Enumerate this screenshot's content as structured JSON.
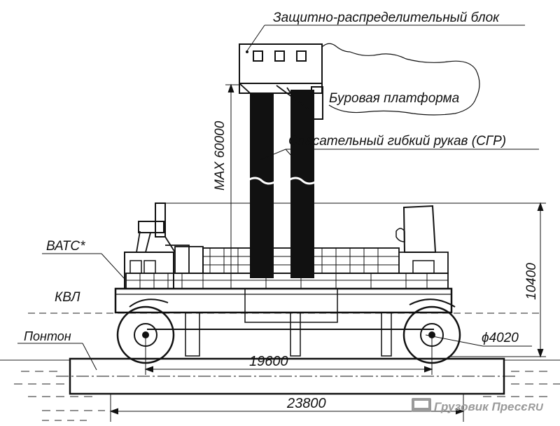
{
  "labels": {
    "protection_block": "Защитно-распределительный блок",
    "drilling_platform": "Буровая платформа",
    "rescue_hose": "Спасательный гибкий рукав (СГР)",
    "vats": "ВАТС*",
    "kvl": "КВЛ",
    "pontoon": "Понтон"
  },
  "dimensions": {
    "max_height": "MAX 60000",
    "height": "10400",
    "wheel_diameter": "ϕ4020",
    "wheelbase": "19600",
    "pontoon_length": "23800"
  },
  "watermark": {
    "text": "Грузовик Пресс",
    "suffix": "· RU"
  }
}
